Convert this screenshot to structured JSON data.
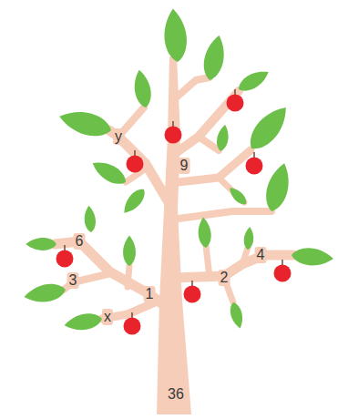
{
  "diagram": {
    "labels": [
      "y",
      "9",
      "6",
      "4",
      "3",
      "1",
      "2",
      "x",
      "36"
    ]
  }
}
